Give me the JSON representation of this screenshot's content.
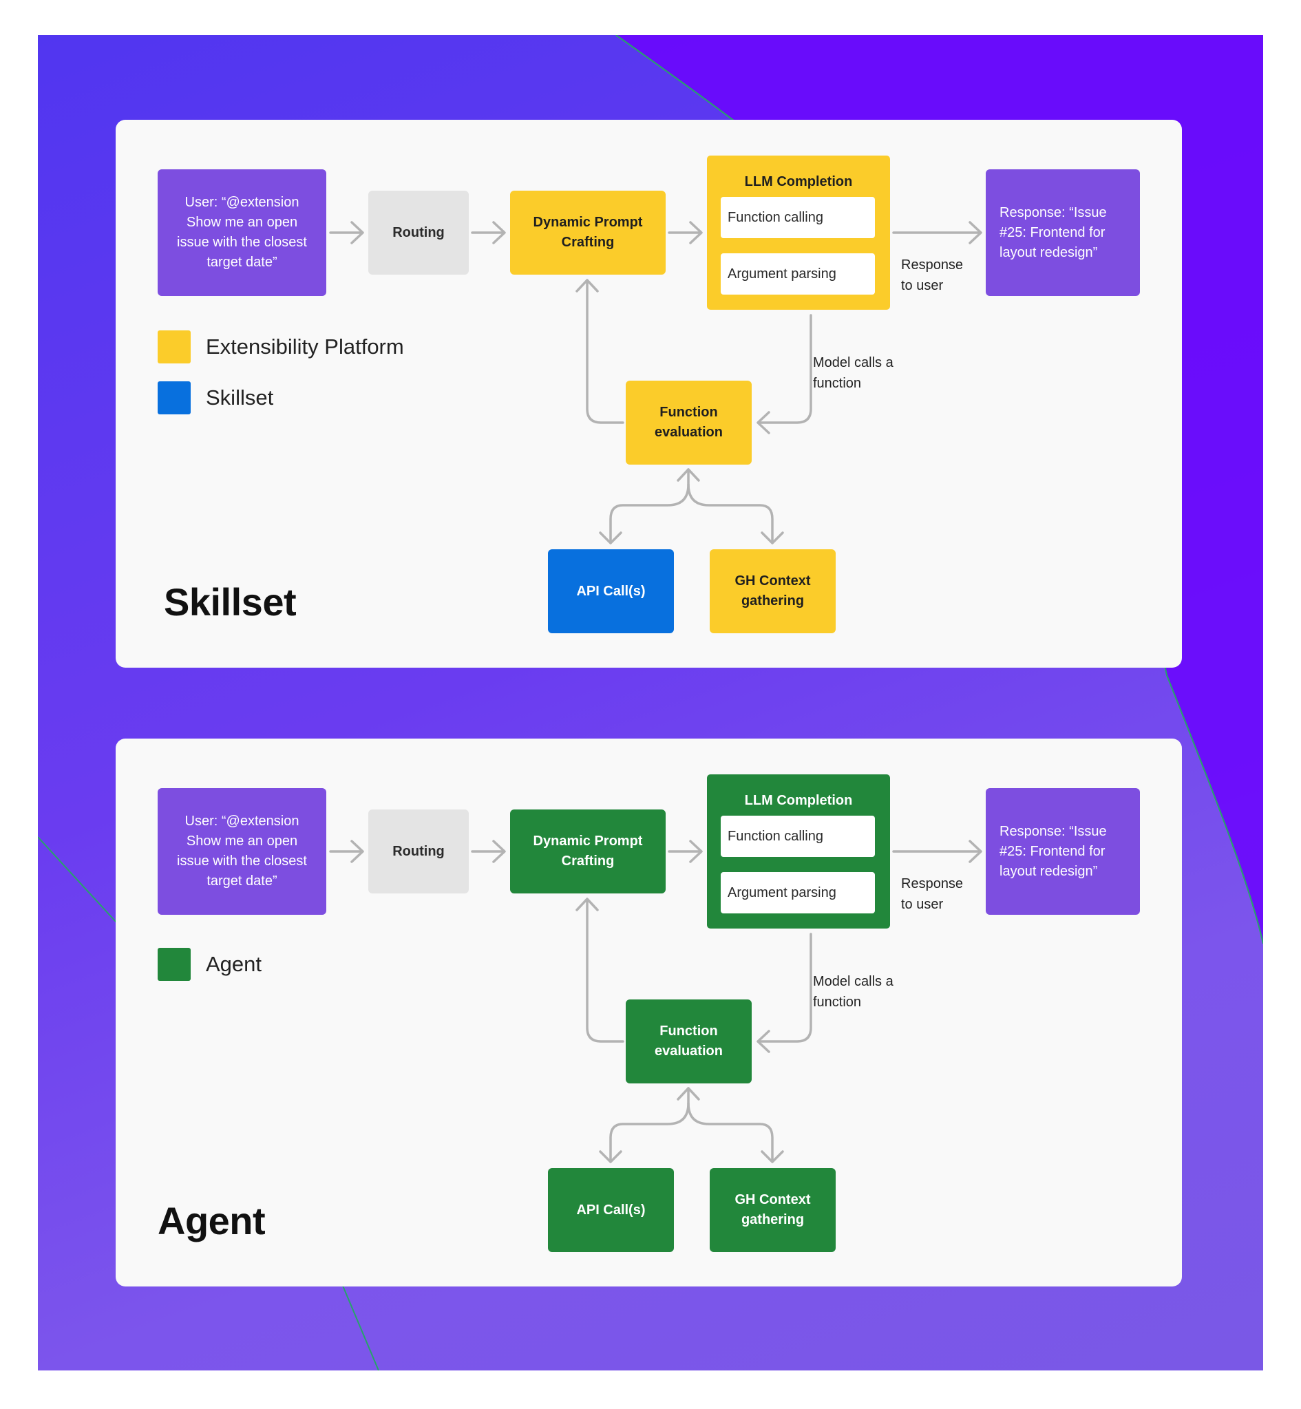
{
  "colors": {
    "extensibility_platform": "#fbcc2a",
    "skillset": "#0870de",
    "agent": "#22873b",
    "user_response": "#7d4ee0",
    "routing": "#e4e4e4",
    "connector": "#b3b3b3"
  },
  "panels": [
    {
      "title": "Skillset",
      "legend": [
        {
          "label": "Extensibility Platform",
          "color": "#fbcc2a"
        },
        {
          "label": "Skillset",
          "color": "#0870de"
        }
      ],
      "user_query": "User: “@extension Show me an open issue with the closest target date”",
      "routing": "Routing",
      "dynamic_prompt": "Dynamic Prompt Crafting",
      "llm": {
        "title": "LLM Completion",
        "function_calling": "Function calling",
        "argument_parsing": "Argument parsing"
      },
      "response_label": "Response to user",
      "response": "Response: “Issue #25: Frontend for layout redesign”",
      "model_calls": "Model calls a function",
      "function_evaluation": "Function evaluation",
      "api_calls": "API Call(s)",
      "gh_context": "GH Context gathering"
    },
    {
      "title": "Agent",
      "legend": [
        {
          "label": "Agent",
          "color": "#22873b"
        }
      ],
      "user_query": "User: “@extension Show me an open issue with the closest target date”",
      "routing": "Routing",
      "dynamic_prompt": "Dynamic Prompt Crafting",
      "llm": {
        "title": "LLM Completion",
        "function_calling": "Function calling",
        "argument_parsing": "Argument parsing"
      },
      "response_label": "Response to user",
      "response": "Response: “Issue #25: Frontend for layout redesign”",
      "model_calls": "Model calls a function",
      "function_evaluation": "Function evaluation",
      "api_calls": "API Call(s)",
      "gh_context": "GH Context gathering"
    }
  ]
}
